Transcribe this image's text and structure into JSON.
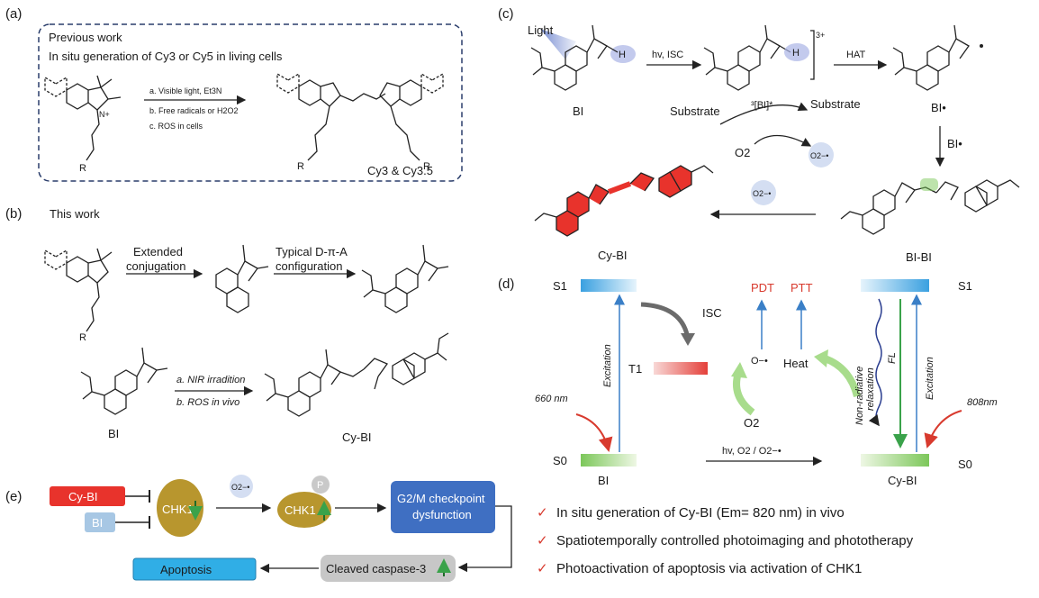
{
  "panels": {
    "a": "(a)",
    "b": "(b)",
    "c": "(c)",
    "d": "(d)",
    "e": "(e)"
  },
  "a": {
    "title": "Previous work",
    "subtitle": "In situ generation of Cy3 or Cy5 in living cells",
    "cond1": "a. Visible light, Et3N",
    "cond2": "b. Free radicals or H2O2",
    "cond3": "c. ROS in cells",
    "product": "Cy3 & Cy3.5",
    "R1": "R",
    "R2": "R",
    "R3": "R",
    "nplus": "N+"
  },
  "b": {
    "title": "This work",
    "step1a": "Extended",
    "step1b": "conjugation",
    "step2a": "Typical D-π-A",
    "step2b": "configuration",
    "R": "R",
    "nir": "a. NIR irradition",
    "ros": "b. ROS in vivo",
    "bi": "BI",
    "cybi": "Cy-BI"
  },
  "c": {
    "light": "Light",
    "hv": "hv, ISC",
    "hat": "HAT",
    "bi": "BI",
    "bi3": "³[BI]*",
    "three": "3+",
    "bidot": "BI•",
    "substrate": "Substrate",
    "substrate_cation": "Substrate",
    "o2": "O2",
    "o2rad": "O2−•",
    "bidot2": "BI•",
    "bibi": "BI-BI",
    "cybi": "Cy-BI",
    "o2rad2": "O2−•",
    "H1": "H",
    "H2": "H"
  },
  "d": {
    "S1L": "S1",
    "S0L": "S0",
    "T1": "T1",
    "isc": "ISC",
    "pdt": "PDT",
    "ptt": "PTT",
    "orad": "O−•",
    "heat": "Heat",
    "o2": "O2",
    "excitation1": "Excitation",
    "nm660": "660 nm",
    "biL": "BI",
    "bottom_arrow": "hv, O2 / O2−•",
    "nonrad1": "Non-radiative",
    "nonrad2": "relaxation",
    "fl": "FL",
    "excitation2": "Excitation",
    "nm808": "808nm",
    "S1R": "S1",
    "S0R": "S0",
    "cybiR": "Cy-BI"
  },
  "e": {
    "cybi": "Cy-BI",
    "bi": "BI",
    "chk1a": "CHK1",
    "o2rad": "O2−•",
    "chk1b": "CHK1",
    "p": "P",
    "g2m1": "G2/M checkpoint",
    "g2m2": "dysfunction",
    "apoptosis": "Apoptosis",
    "caspase": "Cleaved caspase-3"
  },
  "bullets": [
    "In situ generation of Cy-BI (Em= 820 nm) in vivo",
    "Spatiotemporally controlled photoimaging and phototherapy",
    "Photoactivation of apoptosis via activation of CHK1"
  ],
  "check": "✓",
  "colors": {
    "red": "#e8332c",
    "blue": "#3a7fc7",
    "green": "#6cbf54",
    "gold": "#b8962e",
    "dash": "#2a3d6b"
  }
}
